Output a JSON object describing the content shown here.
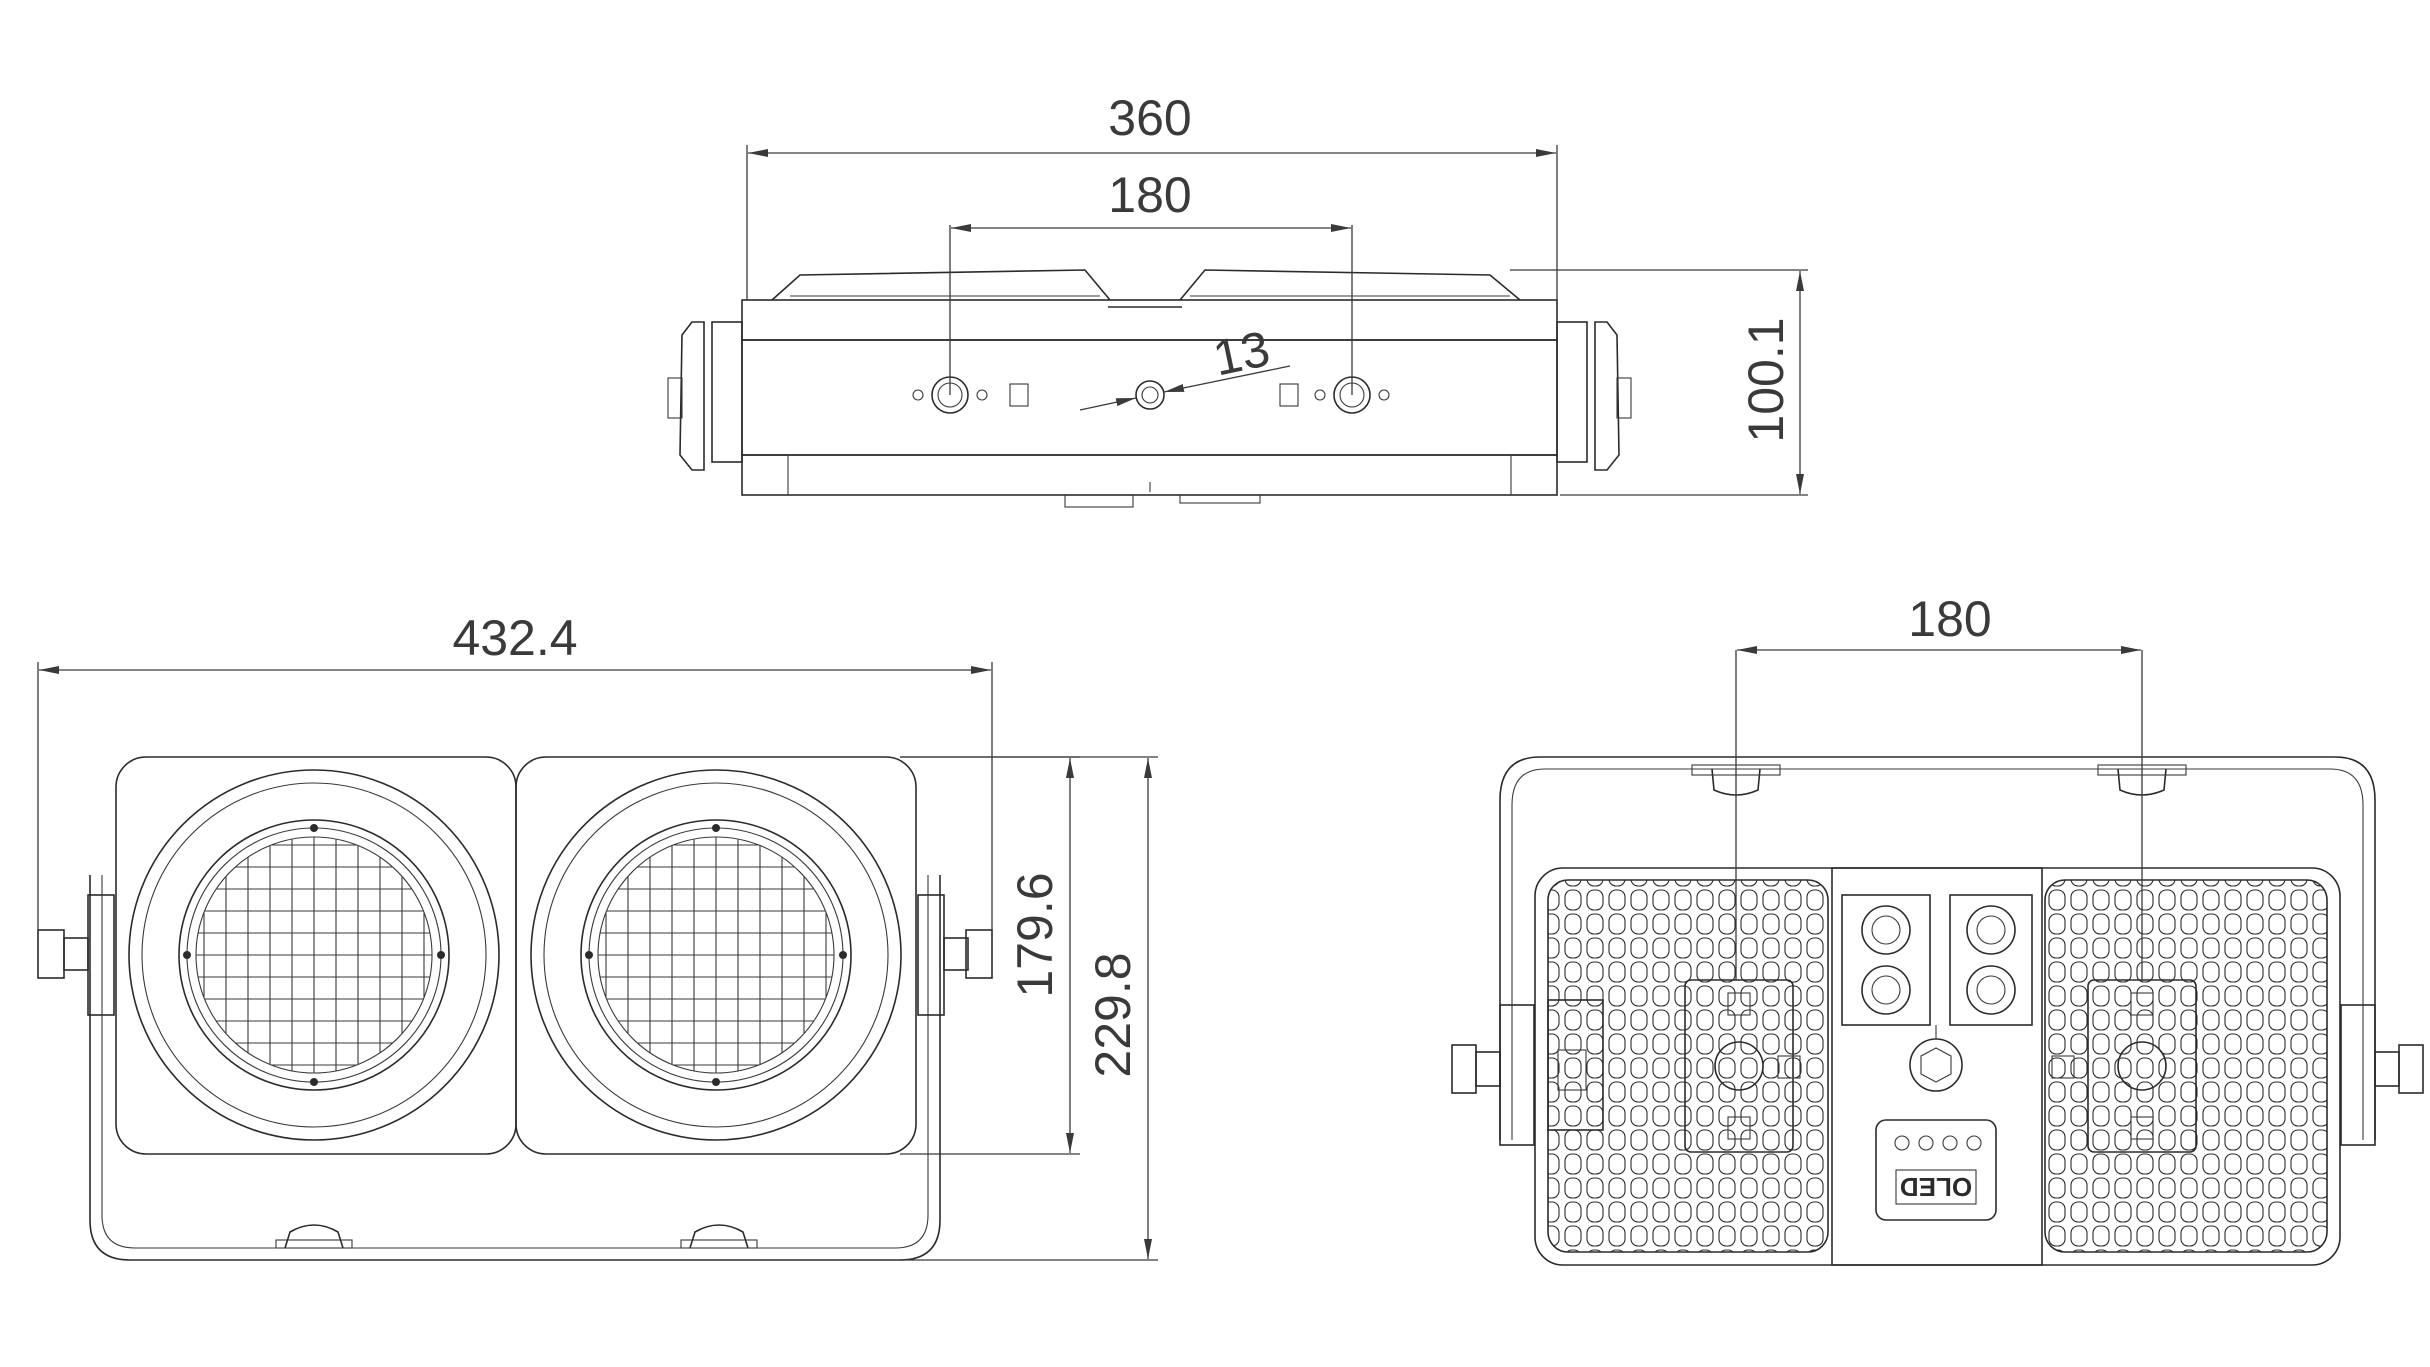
{
  "diagram": {
    "colors": {
      "line": "#2b2b2b",
      "dimension": "#3a3a3a",
      "background": "#ffffff"
    },
    "top_view": {
      "overall_width": "360",
      "lens_spacing": "180",
      "connector_spacing": "13",
      "height": "100.1"
    },
    "front_view": {
      "overall_width": "432.4",
      "body_height": "179.6",
      "overall_height": "229.8"
    },
    "rear_view": {
      "mount_spacing": "180",
      "display_label": "OLED"
    }
  }
}
